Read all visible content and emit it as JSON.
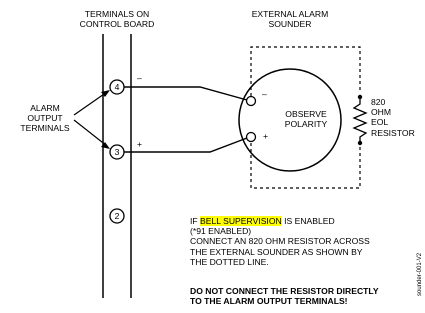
{
  "labels": {
    "control_board_line1": "TERMINALS ON",
    "control_board_line2": "CONTROL BOARD",
    "alarm_output_line1": "ALARM",
    "alarm_output_line2": "OUTPUT",
    "alarm_output_line3": "TERMINALS",
    "sounder_line1": "EXTERNAL ALARM",
    "sounder_line2": "SOUNDER",
    "polarity_line1": "OBSERVE",
    "polarity_line2": "POLARITY",
    "resistor_line1": "820",
    "resistor_line2": "OHM",
    "resistor_line3": "EOL",
    "resistor_line4": "RESISTOR",
    "terminal_4": "4",
    "terminal_3": "3",
    "terminal_2": "2",
    "minus_wire": "–",
    "plus_wire": "+",
    "minus_sounder": "–",
    "plus_sounder": "+",
    "side_code": "sounder-001-V2"
  },
  "notes": {
    "line1_prefix": "IF ",
    "line1_highlight": "BELL SUPERVISION",
    "line1_suffix": " IS ENABLED",
    "line2": "(*91 ENABLED)",
    "line3": "CONNECT AN 820 OHM RESISTOR ACROSS",
    "line4": "THE EXTERNAL SOUNDER AS SHOWN BY",
    "line5": "THE DOTTED LINE.",
    "warning_line1": "DO NOT CONNECT THE RESISTOR DIRECTLY",
    "warning_line2": "TO THE ALARM OUTPUT TERMINALS!"
  },
  "colors": {
    "ink": "#000000",
    "highlight": "#ffff00",
    "background": "#ffffff"
  }
}
